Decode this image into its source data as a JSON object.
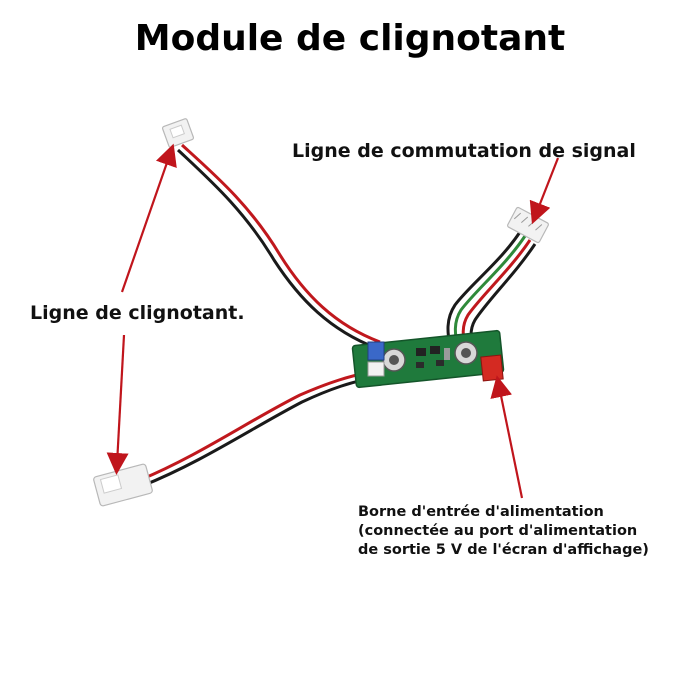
{
  "title": "Module de clignotant",
  "labels": {
    "signal_switch": "Ligne de commutation de signal",
    "blinker_line": "Ligne de clignotant.",
    "power_input": [
      "Borne d'entrée d'alimentation",
      "(connectée au port d'alimentation",
      "de sortie 5 V de l'écran d'affichage)"
    ]
  },
  "colors": {
    "arrow": "#c0151c",
    "pcb": "#1f7a3c",
    "wire_red": "#c0181d",
    "wire_black": "#1a1a1a",
    "wire_green": "#2f8a3a",
    "connector": "#f2f2f2"
  }
}
